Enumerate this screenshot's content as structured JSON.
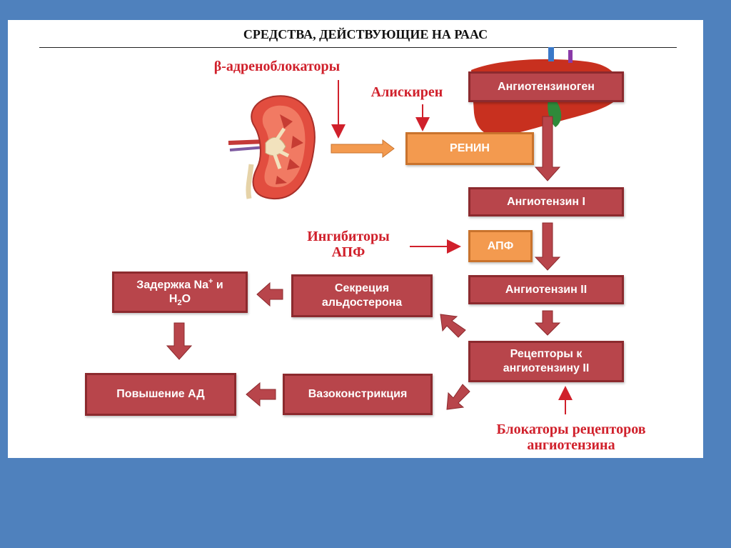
{
  "title": "СРЕДСТВА, ДЕЙСТВУЮЩИЕ НА РААС",
  "labels": {
    "beta_blockers": "β-адреноблокаторы",
    "aliskiren": "Алискирен",
    "ace_inhibitors_line1": "Ингибиторы",
    "ace_inhibitors_line2": "АПФ",
    "arb_line1": "Блокаторы рецепторов",
    "arb_line2": "ангиотензина"
  },
  "boxes": {
    "angiotensinogen": "Ангиотензиноген",
    "renin": "РЕНИН",
    "angiotensin1": "Ангиотензин I",
    "ace": "АПФ",
    "angiotensin2": "Ангиотензин II",
    "receptors_line1": "Рецепторы к",
    "receptors_line2": "ангиотензину II",
    "aldosterone_line1": "Секреция",
    "aldosterone_line2": "альдостерона",
    "retention_line1": "Задержка Na",
    "retention_sup": "+",
    "retention_conj": " и",
    "retention_line2a": "H",
    "retention_sub": "2",
    "retention_line2b": "O",
    "vasoconstriction": "Вазоконстрикция",
    "bp_increase": "Повышение АД"
  },
  "colors": {
    "background": "#4f81bd",
    "box_fill": "#b8454b",
    "box_border": "#8c2a2e",
    "orange_fill": "#f39a4f",
    "label_red": "#d0202b"
  },
  "icons": [
    "kidney-icon",
    "liver-icon"
  ]
}
